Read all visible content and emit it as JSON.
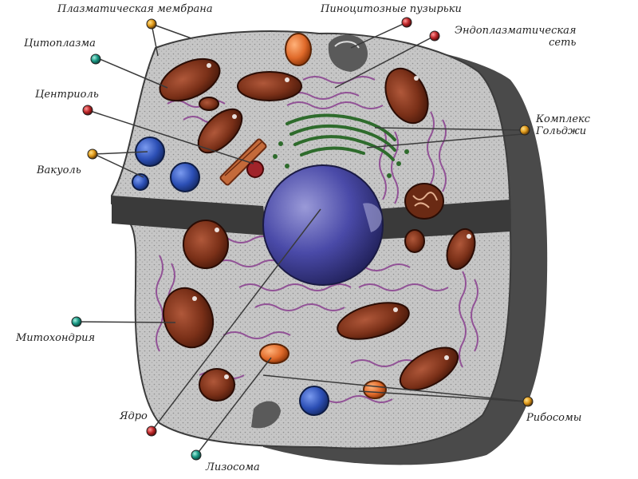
{
  "labels": {
    "plasma_membrane": "Плазматическая мембрана",
    "pinocytic_vesicles": "Пиноцитозные пузырьки",
    "cytoplasm": "Цитоплазма",
    "er_line1": "Эндоплазматическая",
    "er_line2": "сеть",
    "centriole": "Центриоль",
    "golgi_line1": "Комплекс",
    "golgi_line2": "Гольджи",
    "vacuole": "Вакуоль",
    "mitochondria": "Митохондрия",
    "ribosomes": "Рибосомы",
    "nucleus": "Ядро",
    "lysosome": "Лизосома"
  },
  "colors": {
    "cytoplasm": "#c9c9c9",
    "cell_shadow": "#4a4a4a",
    "mitochondria": "#7a3018",
    "nucleus": "#4a4aa8",
    "vacuole": "#2c4fb5",
    "er": "#8a3f8f",
    "golgi": "#2e6b2c",
    "lysosome": "#e06a2a",
    "pin_teal": "#1a9a86",
    "pin_red": "#c0282a",
    "pin_orange": "#e09a1a"
  }
}
